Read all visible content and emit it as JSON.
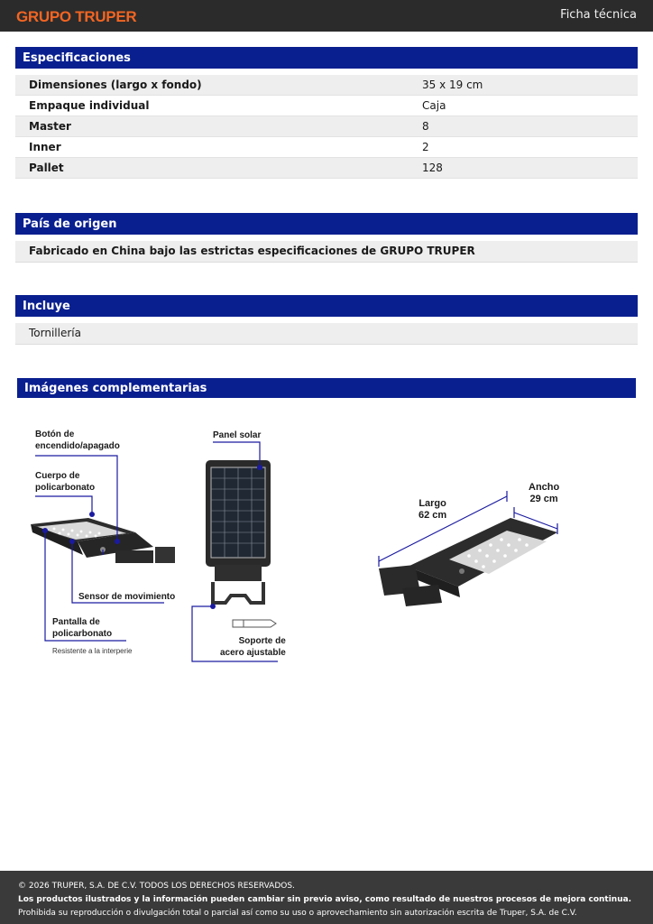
{
  "header": {
    "brand": "GRUPO TRUPER",
    "doc_type": "Ficha técnica"
  },
  "specs": {
    "title": "Especificaciones",
    "rows": [
      {
        "key": "Dimensiones (largo x fondo)",
        "value": "35 x 19 cm"
      },
      {
        "key": "Empaque individual",
        "value": "Caja"
      },
      {
        "key": "Master",
        "value": "8"
      },
      {
        "key": "Inner",
        "value": "2"
      },
      {
        "key": "Pallet",
        "value": "128"
      }
    ]
  },
  "origin": {
    "title": "País de origen",
    "text": "Fabricado en China bajo las estrictas especificaciones de GRUPO TRUPER"
  },
  "includes": {
    "title": "Incluye",
    "text": "Tornillería"
  },
  "images": {
    "title": "Imágenes complementarias",
    "labels": {
      "boton": "Botón de\nencendido/apagado",
      "cuerpo": "Cuerpo de\npolicarbonato",
      "sensor": "Sensor de movimiento",
      "pantalla": "Pantalla de\npolicarbonato",
      "resistente": "Resistente a la interperie",
      "panel": "Panel solar",
      "soporte": "Soporte de\nacero ajustable",
      "largo": "Largo\n62 cm",
      "ancho": "Ancho\n29 cm"
    }
  },
  "footer": {
    "copyright": "© 2026 TRUPER, S.A. DE C.V. TODOS LOS DERECHOS RESERVADOS.",
    "notice": "Los productos ilustrados y la información pueden cambiar sin previo aviso, como resultado de nuestros procesos de mejora continua.",
    "legal": "Prohibida su reproducción o divulgación total o parcial así como su uso o aprovechamiento sin autorización escrita de Truper, S.A. de C.V."
  },
  "colors": {
    "brand": "#f26522",
    "section": "#0a1f8f",
    "topbar": "#2b2b2b",
    "footer": "#3a3a3a"
  }
}
